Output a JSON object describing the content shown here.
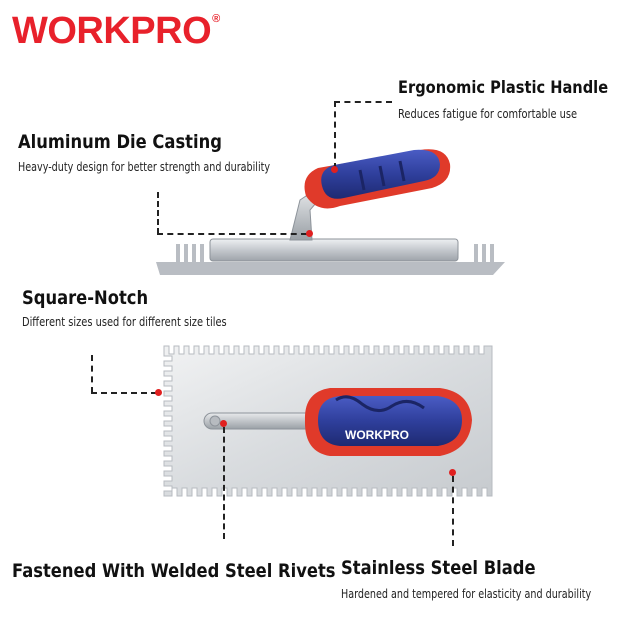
{
  "brand": {
    "name": "WORKPRO",
    "mark": "®"
  },
  "features": {
    "handle": {
      "title": "Ergonomic Plastic Handle",
      "desc": "Reduces fatigue for comfortable use"
    },
    "casting": {
      "title": "Aluminum Die Casting",
      "desc": "Heavy-duty design for better strength and durability"
    },
    "notch": {
      "title": "Square-Notch",
      "desc": "Different sizes used for different size tiles"
    },
    "rivets": {
      "title": "Fastened With Welded Steel Rivets",
      "desc": ""
    },
    "blade": {
      "title": "Stainless Steel Blade",
      "desc": "Hardened and tempered for elasticity and durability"
    }
  },
  "handle_print": "WORKPRO",
  "colors": {
    "brand_red": "#e8212b",
    "handle_blue": "#2e3f9a",
    "handle_red": "#e03a2a",
    "steel": "#c9cdd2",
    "callout_dot": "#e02020"
  }
}
